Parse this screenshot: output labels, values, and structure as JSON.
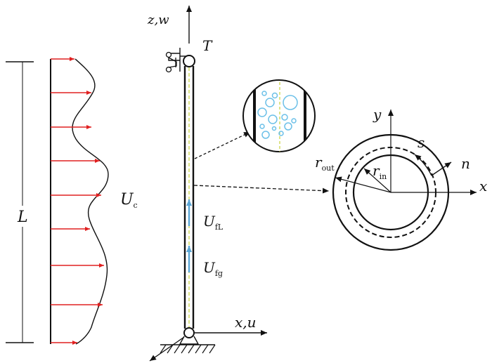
{
  "labels": {
    "length": "L",
    "current": {
      "main": "U",
      "sub": "c"
    },
    "axis_z": "z,w",
    "tension": "T",
    "flow_liquid": {
      "main": "U",
      "sub": "fL"
    },
    "flow_gas": {
      "main": "U",
      "sub": "fg"
    },
    "axis_x_base": "x,u",
    "section_y": "y",
    "section_x": "x",
    "section_s": "s",
    "section_n": "n",
    "r_out": {
      "main": "r",
      "sub": "out"
    },
    "r_in": {
      "main": "r",
      "sub": "in"
    }
  },
  "colors": {
    "current_arrow": "#e02020",
    "flow_arrow": "#5aa6d6",
    "bubble": "#6cc0e8",
    "centerline": "#c8d23a",
    "ink": "#111111"
  }
}
